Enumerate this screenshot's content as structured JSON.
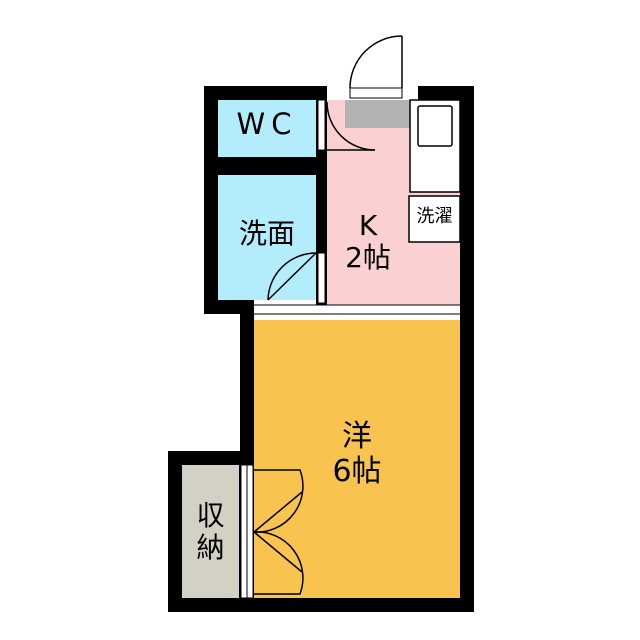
{
  "rooms": {
    "wc": {
      "label": "WC",
      "color": "#b3ecfb"
    },
    "washroom": {
      "label": "洗面",
      "color": "#b3ecfb"
    },
    "kitchen": {
      "label": "K",
      "size": "2帖",
      "color": "#fbd0d2"
    },
    "western": {
      "label": "洋",
      "size": "6帖",
      "color": "#f9c350"
    },
    "storage": {
      "label_top": "収",
      "label_bottom": "納",
      "color": "#d2d1c5"
    },
    "laundry": {
      "label": "洗濯"
    }
  },
  "colors": {
    "wall": "#000000",
    "sink": "#b3b3b3"
  }
}
